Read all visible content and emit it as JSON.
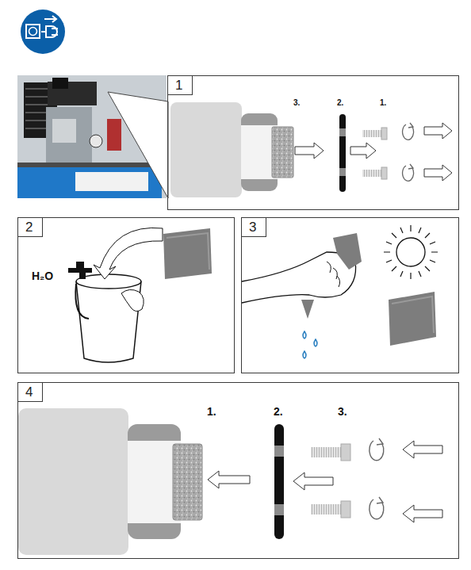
{
  "diagram": {
    "nodes": [
      {
        "text": [
          "1"
        ]
      },
      {
        "text": [
          "2"
        ]
      },
      {
        "text": [
          "3"
        ]
      },
      {
        "text": [
          "4"
        ]
      }
    ],
    "labels": [
      "3.",
      "2.",
      "1.",
      "H₂O",
      "1.",
      "2.",
      "3."
    ]
  }
}
